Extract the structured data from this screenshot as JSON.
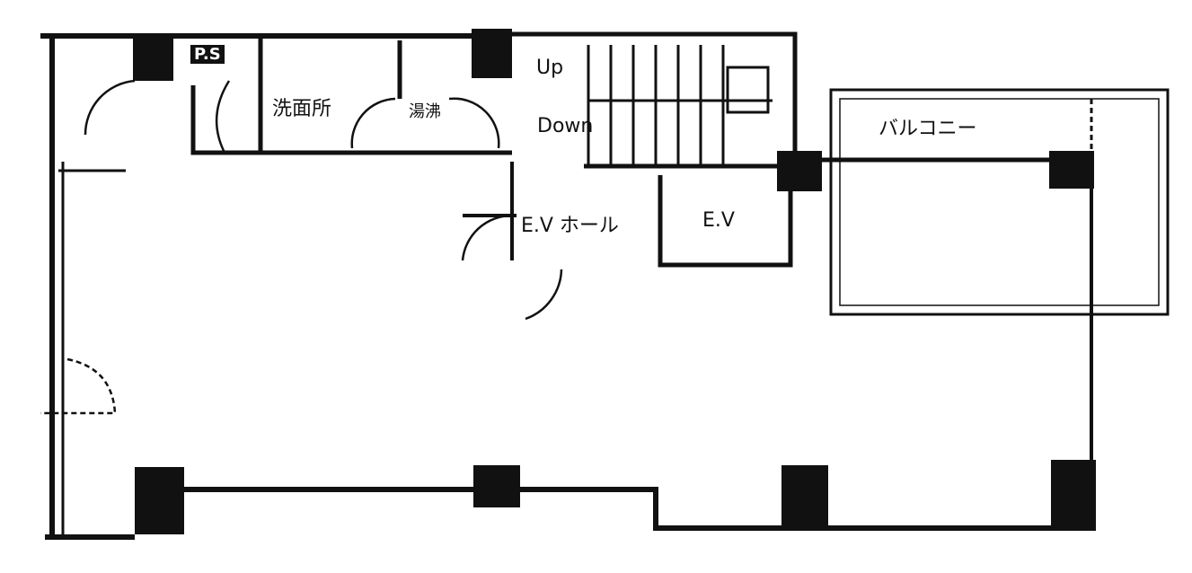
{
  "labels": {
    "ps": "P.S",
    "washroom": "洗面所",
    "kitchenette": "湯沸",
    "up": "Up",
    "down": "Down",
    "ev_hall": "E.V ホール",
    "ev": "E.V",
    "balcony": "バルコニー"
  },
  "colors": {
    "wall": "#111111",
    "background": "#ffffff"
  }
}
